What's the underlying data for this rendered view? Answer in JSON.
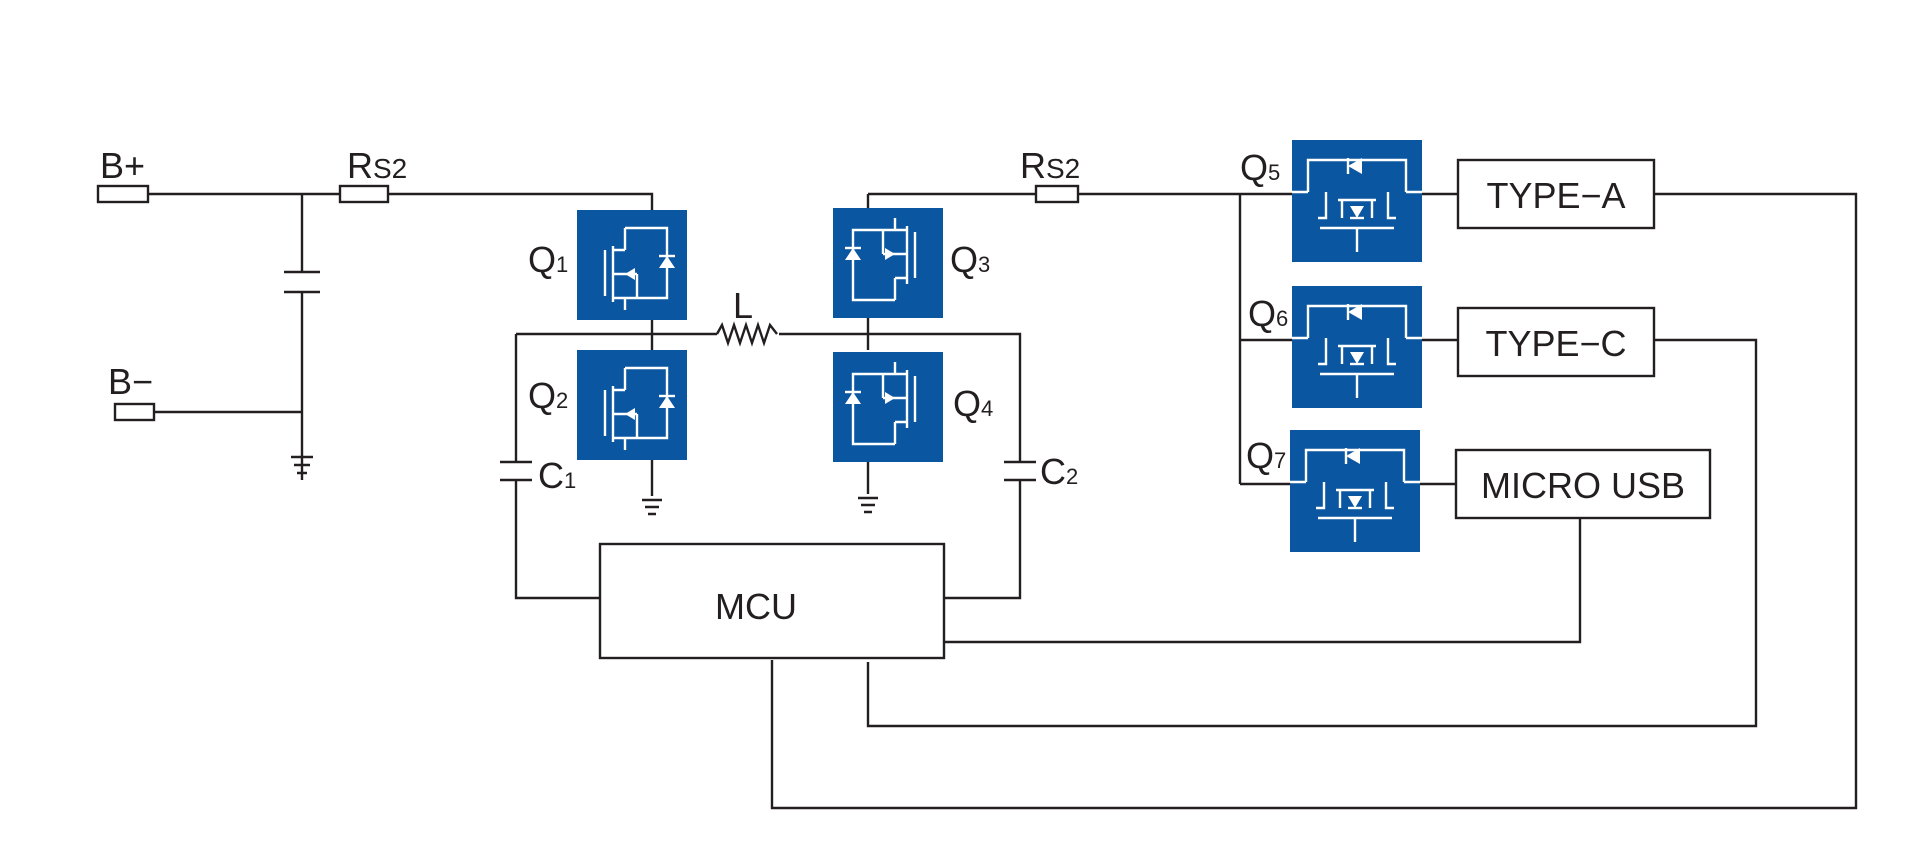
{
  "terminals": {
    "bplus": "B+",
    "bminus": "B−"
  },
  "resistors": {
    "rs_left": {
      "main": "R",
      "sub": "S2"
    },
    "rs_right": {
      "main": "R",
      "sub": "S2"
    }
  },
  "inductor": "L",
  "capacitors": {
    "c1": {
      "main": "C",
      "sub": "1"
    },
    "c2": {
      "main": "C",
      "sub": "2"
    }
  },
  "transistors": {
    "q1": {
      "main": "Q",
      "sub": "1"
    },
    "q2": {
      "main": "Q",
      "sub": "2"
    },
    "q3": {
      "main": "Q",
      "sub": "3"
    },
    "q4": {
      "main": "Q",
      "sub": "4"
    },
    "q5": {
      "main": "Q",
      "sub": "5"
    },
    "q6": {
      "main": "Q",
      "sub": "6"
    },
    "q7": {
      "main": "Q",
      "sub": "7"
    }
  },
  "blocks": {
    "mcu": "MCU",
    "type_a": "TYPE−A",
    "type_c": "TYPE−C",
    "micro_usb": "MICRO USB"
  },
  "colors": {
    "mosfet_fill": "#0b56a0",
    "line": "#231f20"
  }
}
